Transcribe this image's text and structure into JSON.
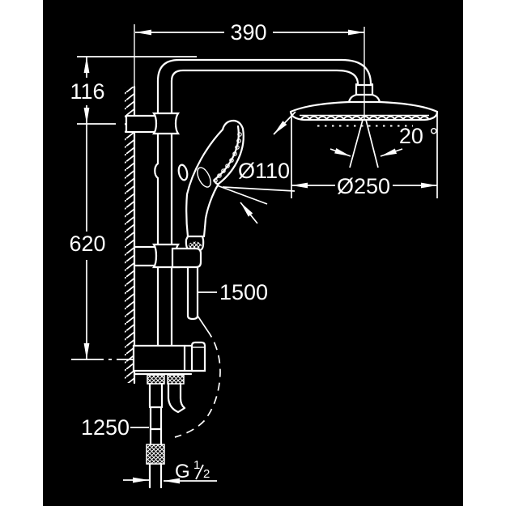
{
  "diagram": {
    "canvas_color": "#000000",
    "ink_color": "#ffffff",
    "subject": "shower-system-dimension-drawing",
    "labels": {
      "arm_reach": "390",
      "head_offset": "116",
      "rail_height": "620",
      "hand_shower_diameter": "Ø110",
      "head_shower_diameter": "Ø250",
      "spray_angle": "20 °",
      "shower_hose_length": "1500",
      "inlet_hose_length": "1250",
      "thread": {
        "full": "G 1/2",
        "letter": "G",
        "numerator": "1",
        "denominator": "2"
      }
    }
  }
}
